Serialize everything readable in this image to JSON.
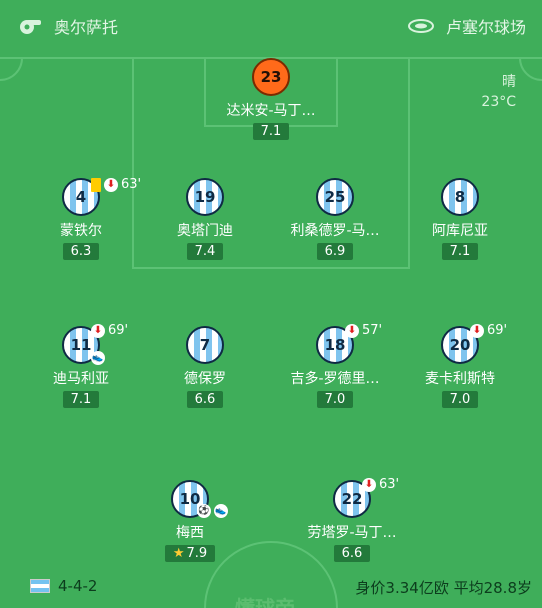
{
  "header": {
    "referee": "奥尔萨托",
    "stadium": "卢塞尔球场",
    "referee_icon": "whistle-icon",
    "stadium_icon": "stadium-icon"
  },
  "weather": {
    "condition": "晴",
    "temperature": "23°C"
  },
  "players": [
    {
      "id": "gk",
      "number": "23",
      "name": "达米安-马丁…",
      "rating": "7.1"
    },
    {
      "id": "d1",
      "number": "4",
      "name": "蒙铁尔",
      "rating": "6.3",
      "yellow_card": true,
      "sub_minute": "63'"
    },
    {
      "id": "d2",
      "number": "19",
      "name": "奥塔门迪",
      "rating": "7.4"
    },
    {
      "id": "d3",
      "number": "25",
      "name": "利桑德罗-马…",
      "rating": "6.9"
    },
    {
      "id": "d4",
      "number": "8",
      "name": "阿库尼亚",
      "rating": "7.1"
    },
    {
      "id": "m1",
      "number": "11",
      "name": "迪马利亚",
      "rating": "7.1",
      "sub_minute": "69'"
    },
    {
      "id": "m2",
      "number": "7",
      "name": "德保罗",
      "rating": "6.6"
    },
    {
      "id": "m3",
      "number": "18",
      "name": "吉多-罗德里…",
      "rating": "7.0",
      "sub_minute": "57'"
    },
    {
      "id": "m4",
      "number": "20",
      "name": "麦卡利斯特",
      "rating": "7.0",
      "sub_minute": "69'"
    },
    {
      "id": "f1",
      "number": "10",
      "name": "梅西",
      "rating": "7.9",
      "best": true
    },
    {
      "id": "f2",
      "number": "22",
      "name": "劳塔罗-马丁…",
      "rating": "6.6",
      "sub_minute": "63'"
    }
  ],
  "footer": {
    "formation": "4-4-2",
    "summary": "身价3.34亿欧  平均28.8岁"
  },
  "watermark": "懂球帝",
  "colors": {
    "pitch": "#3fae5a",
    "rating_bg": "#237a3b",
    "gk_kit": "#ff6a1a",
    "kit_stripe": "#7fc4ee"
  }
}
